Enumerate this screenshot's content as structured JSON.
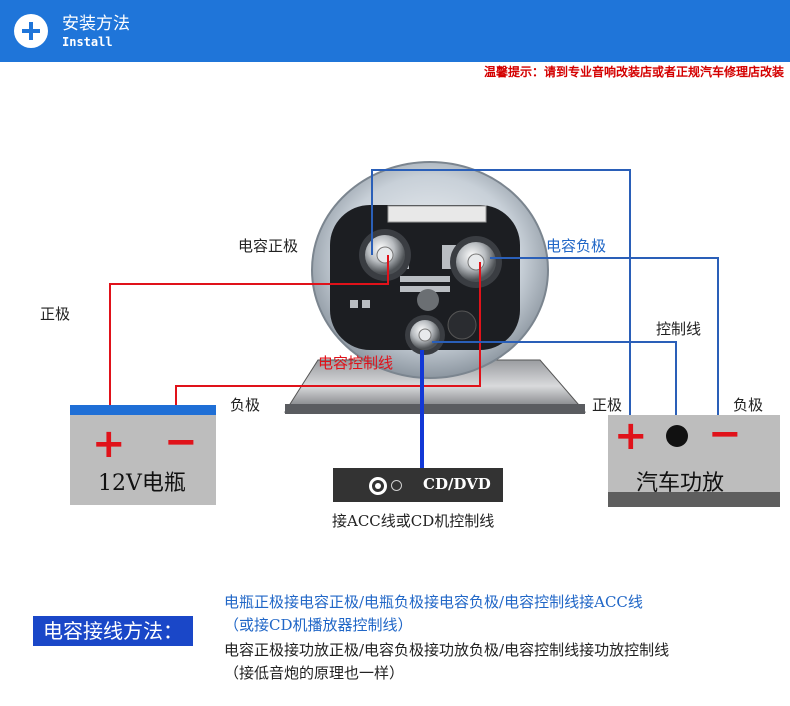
{
  "header": {
    "title": "安装方法",
    "subtitle": "Install",
    "icon": "plus-circle-icon"
  },
  "tip": "温馨提示：请到专业音响改装店或者正规汽车修理店改装",
  "diagram": {
    "capacitor_positive": "电容正极",
    "capacitor_negative": "电容负极",
    "capacitor_control": "电容控制线",
    "control_line": "控制线",
    "left_positive": "正极",
    "left_negative": "负极",
    "right_positive": "正极",
    "right_negative": "负极",
    "battery_label": "12V电瓶",
    "amp_label": "汽车功放",
    "plus_sign": "+",
    "minus_sign": "−",
    "cd_label": "CD/DVD",
    "acc_note": "接ACC线或CD机控制线"
  },
  "method": {
    "title": "电容接线方法：",
    "line1": "电瓶正极接电容正极/电瓶负极接电容负极/电容控制线接ACC线",
    "line2": "（或接CD机播放器控制线）",
    "line3": "电容正极接功放正极/电容负极接功放负极/电容控制线接功放控制线",
    "line4": "（接低音炮的原理也一样）"
  },
  "colors": {
    "header_blue": "#1f75d9",
    "wire_red": "#e0121a",
    "wire_blue": "#2a5fb8",
    "method_box": "#1a47c8"
  }
}
